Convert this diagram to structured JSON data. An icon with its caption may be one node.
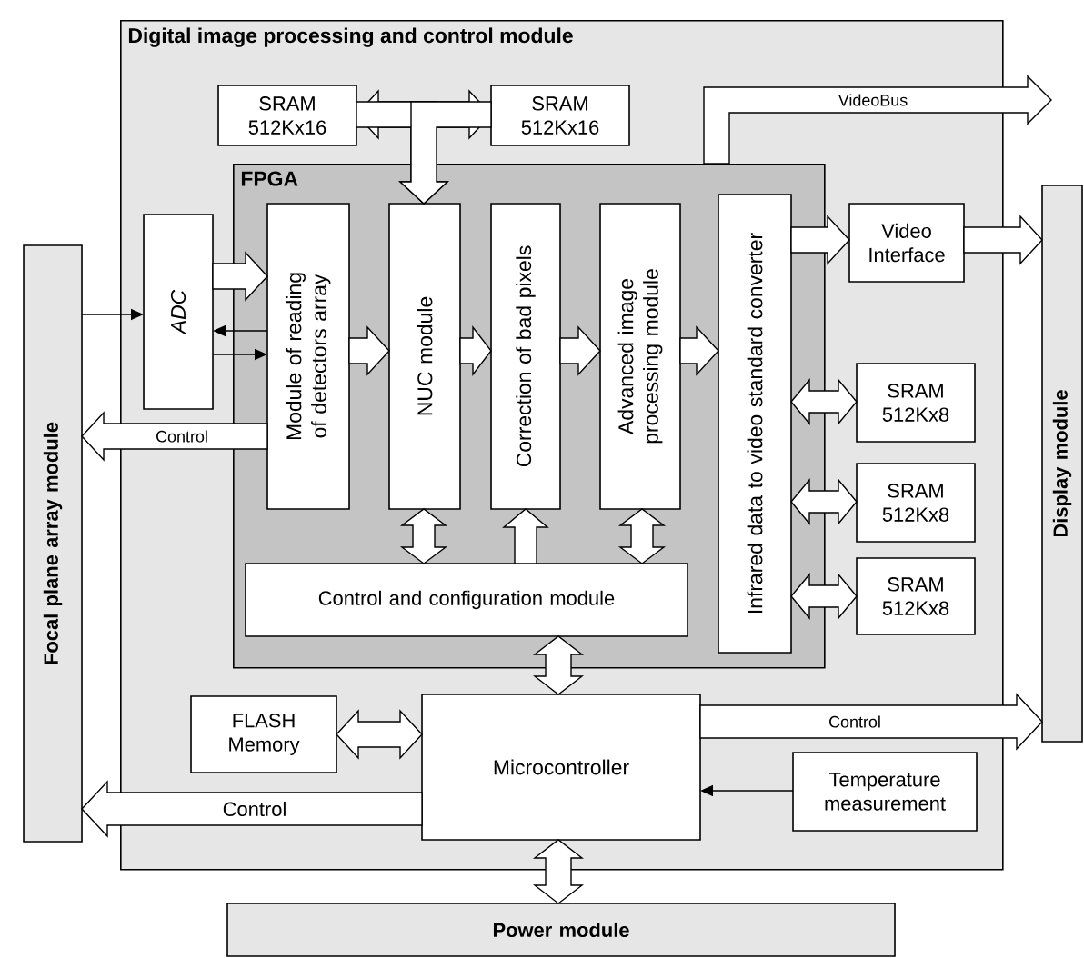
{
  "diagram": {
    "nodes": [
      {
        "text": [
          "Digital image processing and control module"
        ]
      },
      {
        "text": [
          "SRAM 512Kx16"
        ],
        "in": 0
      },
      {
        "text": [
          "SRAM 512Kx16"
        ],
        "in": 0
      },
      {
        "text": [
          "FPGA"
        ],
        "in": 0
      },
      {
        "text": [
          "ADC"
        ],
        "in": 0
      },
      {
        "text": [
          "Module of reading of detectors array"
        ],
        "in": 3
      },
      {
        "text": [
          "NUC module"
        ],
        "in": 3
      },
      {
        "text": [
          "Correction of bad pixels"
        ],
        "in": 3
      },
      {
        "text": [
          "Advanced image processing module"
        ],
        "in": 3
      },
      {
        "text": [
          "Infrared data to video standard converter"
        ],
        "in": 3
      },
      {
        "text": [
          "Control and configuration module"
        ],
        "in": 3
      },
      {
        "text": [
          "Video Interface"
        ],
        "in": 0
      },
      {
        "text": [
          "SRAM 512Kx8"
        ],
        "in": 0
      },
      {
        "text": [
          "SRAM 512Kx8"
        ],
        "in": 0
      },
      {
        "text": [
          "SRAM 512Kx8"
        ],
        "in": 0
      },
      {
        "text": [
          "Focal plane array module"
        ]
      },
      {
        "text": [
          "Display module"
        ]
      },
      {
        "text": [
          "FLASH Memory"
        ],
        "in": 0
      },
      {
        "text": [
          "Microcontroller"
        ],
        "in": 0
      },
      {
        "text": [
          "Temperature measurement"
        ],
        "in": 0
      },
      {
        "text": [
          "Power module"
        ]
      }
    ],
    "edges": [
      {
        "from": 1,
        "to": 2,
        "arrow": "both",
        "style": "thick"
      },
      {
        "from": 1,
        "to": 6,
        "arrow": "to",
        "style": "thick"
      },
      {
        "from": 2,
        "to": 6,
        "arrow": "to",
        "style": "thick"
      },
      {
        "from": 4,
        "to": 5,
        "arrow": "to",
        "style": "thick"
      },
      {
        "from": 5,
        "to": 4,
        "arrow": "to"
      },
      {
        "from": 4,
        "to": 5,
        "arrow": "to"
      },
      {
        "from": 15,
        "to": 4,
        "arrow": "to"
      },
      {
        "from": 5,
        "to": 15,
        "arrow": "to",
        "style": "thick",
        "label": "Control"
      },
      {
        "from": 5,
        "to": 6,
        "arrow": "to",
        "style": "thick"
      },
      {
        "from": 6,
        "to": 7,
        "arrow": "to",
        "style": "thick"
      },
      {
        "from": 7,
        "to": 8,
        "arrow": "to",
        "style": "thick"
      },
      {
        "from": 8,
        "to": 9,
        "arrow": "to",
        "style": "thick"
      },
      {
        "from": 6,
        "to": 10,
        "arrow": "both",
        "style": "thick"
      },
      {
        "from": 10,
        "to": 7,
        "arrow": "to",
        "style": "thick"
      },
      {
        "from": 8,
        "to": 10,
        "arrow": "both",
        "style": "thick"
      },
      {
        "from": 9,
        "to": 11,
        "arrow": "to",
        "style": "thick"
      },
      {
        "from": 11,
        "to": 16,
        "arrow": "to",
        "style": "thick"
      },
      {
        "from": 3,
        "to": null,
        "arrow": "to",
        "style": "thick",
        "label": "VideoBus"
      },
      {
        "from": 9,
        "to": 12,
        "arrow": "both",
        "style": "thick"
      },
      {
        "from": 9,
        "to": 13,
        "arrow": "both",
        "style": "thick"
      },
      {
        "from": 9,
        "to": 14,
        "arrow": "both",
        "style": "thick"
      },
      {
        "from": 10,
        "to": 18,
        "arrow": "both",
        "style": "thick"
      },
      {
        "from": 17,
        "to": 18,
        "arrow": "both",
        "style": "thick"
      },
      {
        "from": 18,
        "to": 15,
        "arrow": "to",
        "style": "thick",
        "label": "Control"
      },
      {
        "from": 18,
        "to": 16,
        "arrow": "to",
        "style": "thick",
        "label": "Control"
      },
      {
        "from": 19,
        "to": 18,
        "arrow": "to"
      },
      {
        "from": 18,
        "to": 20,
        "arrow": "both",
        "style": "thick"
      }
    ]
  }
}
